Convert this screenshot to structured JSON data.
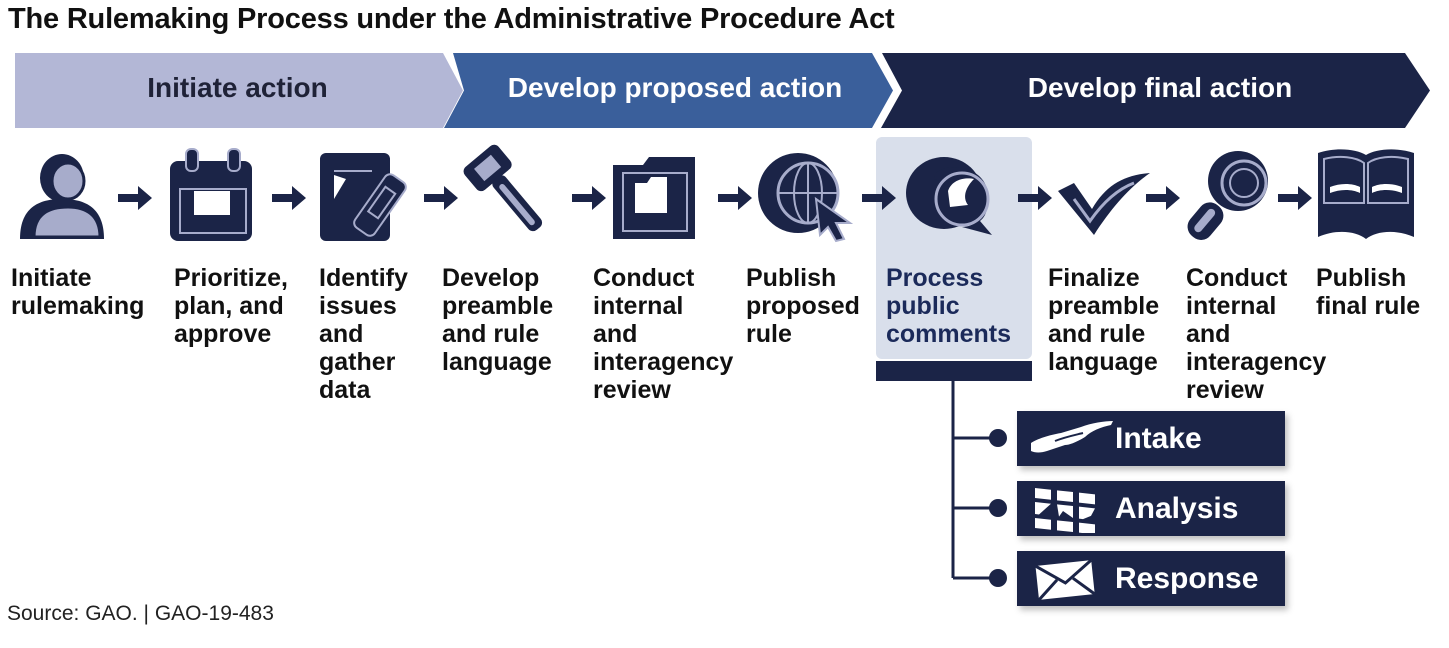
{
  "title": "The Rulemaking Process under the Administrative Procedure Act",
  "colors": {
    "phase_initiate": "#b3b7d6",
    "phase_proposed": "#3a5f9b",
    "phase_final": "#1b2447",
    "icon_dark": "#1b2447",
    "icon_light": "#a7accb",
    "highlight_bg": "#d9dfeb",
    "active_text": "#1b2a5a"
  },
  "phases": [
    {
      "label": "Initiate action"
    },
    {
      "label": "Develop proposed action"
    },
    {
      "label": "Develop final action"
    }
  ],
  "steps": [
    {
      "label": "Initiate\nrulemaking",
      "icon": "person-icon"
    },
    {
      "label": "Prioritize,\nplan, and\napprove",
      "icon": "calendar-icon"
    },
    {
      "label": "Identify\nissues\nand\ngather\ndata",
      "icon": "notepad-pen-icon"
    },
    {
      "label": "Develop\npreamble\nand rule\nlanguage",
      "icon": "gavel-icon"
    },
    {
      "label": "Conduct\ninternal\nand\ninteragency\nreview",
      "icon": "folder-icon"
    },
    {
      "label": "Publish\nproposed\nrule",
      "icon": "globe-cursor-icon"
    },
    {
      "label": "Process\npublic\ncomments",
      "icon": "speech-bubble-icon",
      "highlighted": true
    },
    {
      "label": "Finalize\npreamble\nand rule\nlanguage",
      "icon": "checkmark-icon"
    },
    {
      "label": "Conduct\ninternal\nand\ninteragency\nreview",
      "icon": "magnifier-icon"
    },
    {
      "label": "Publish\nfinal rule",
      "icon": "open-book-icon"
    }
  ],
  "substeps": [
    {
      "label": "Intake",
      "icon": "hand-icon"
    },
    {
      "label": "Analysis",
      "icon": "grid-icon"
    },
    {
      "label": "Response",
      "icon": "envelope-icon"
    }
  ],
  "source": "Source: GAO.  |  GAO-19-483"
}
